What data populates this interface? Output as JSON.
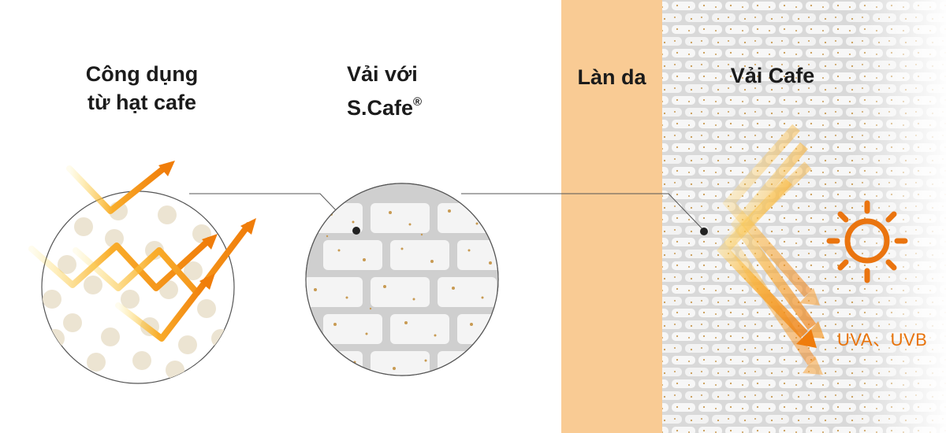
{
  "labels": {
    "coffee_use_line1": "Công dụng",
    "coffee_use_line2": "từ hạt cafe",
    "fabric_line1": "Vải với",
    "fabric_line2": "S.Cafe",
    "registered_mark": "®",
    "skin": "Làn da",
    "cafe_fabric": "Vải Cafe",
    "uv": "UVA、UVB"
  },
  "colors": {
    "skin_band": "#f9cb94",
    "arrow_orange": "#f07d0a",
    "arrow_yellow": "#fbb93a",
    "coffee_dot": "#c89a52",
    "bead": "#ece4d2",
    "sun": "#ea740f",
    "uv_text": "#e8730a"
  },
  "icons": [
    "sun-icon",
    "zigzag-arrow-icon",
    "bounce-arrow-icon",
    "callout-dot-icon"
  ]
}
